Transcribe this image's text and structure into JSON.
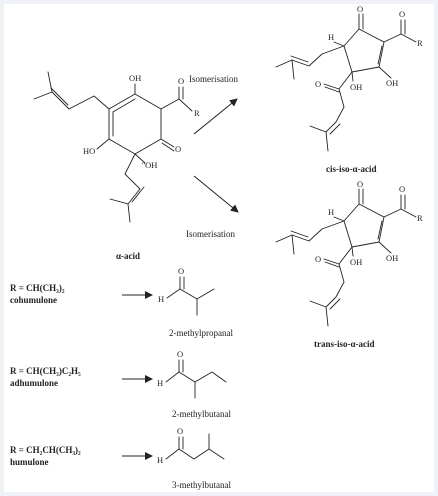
{
  "alpha_acid": {
    "name": "α-acid",
    "atoms": {
      "oh_top": "OH",
      "o_top": "O",
      "r": "R",
      "ho_left": "HO",
      "o_right": "O",
      "oh_side": "''OH"
    }
  },
  "arrows": {
    "upper_label": "Isomerisation",
    "lower_label": "Isomerisation"
  },
  "cis": {
    "name": "cis-iso-α-acid",
    "atoms": {
      "o_top": "O",
      "o_acyl": "O",
      "r": "R",
      "h": "H",
      "o_side": "O",
      "oh_1": "OH",
      "oh_2": "OH"
    }
  },
  "trans": {
    "name": "trans-iso-α-acid",
    "atoms": {
      "o_top": "O",
      "o_acyl": "O",
      "r": "R",
      "h": "H",
      "o_side": "O",
      "oh_1": "OH",
      "oh_2": "OH"
    }
  },
  "homologues": [
    {
      "formula": "R = CH(CH₃)₂",
      "name": "cohumulone",
      "aldehyde": "2-methylpropanal",
      "h": "H",
      "o": "O"
    },
    {
      "formula": "R = CH(CH₃)C₂H₅",
      "name": "adhumulone",
      "aldehyde": "2-methylbutanal",
      "h": "H",
      "o": "O"
    },
    {
      "formula": "R = CH₂CH(CH₃)₂",
      "name": "humulone",
      "aldehyde": "3-methylbutanal",
      "h": "H",
      "o": "O"
    }
  ]
}
